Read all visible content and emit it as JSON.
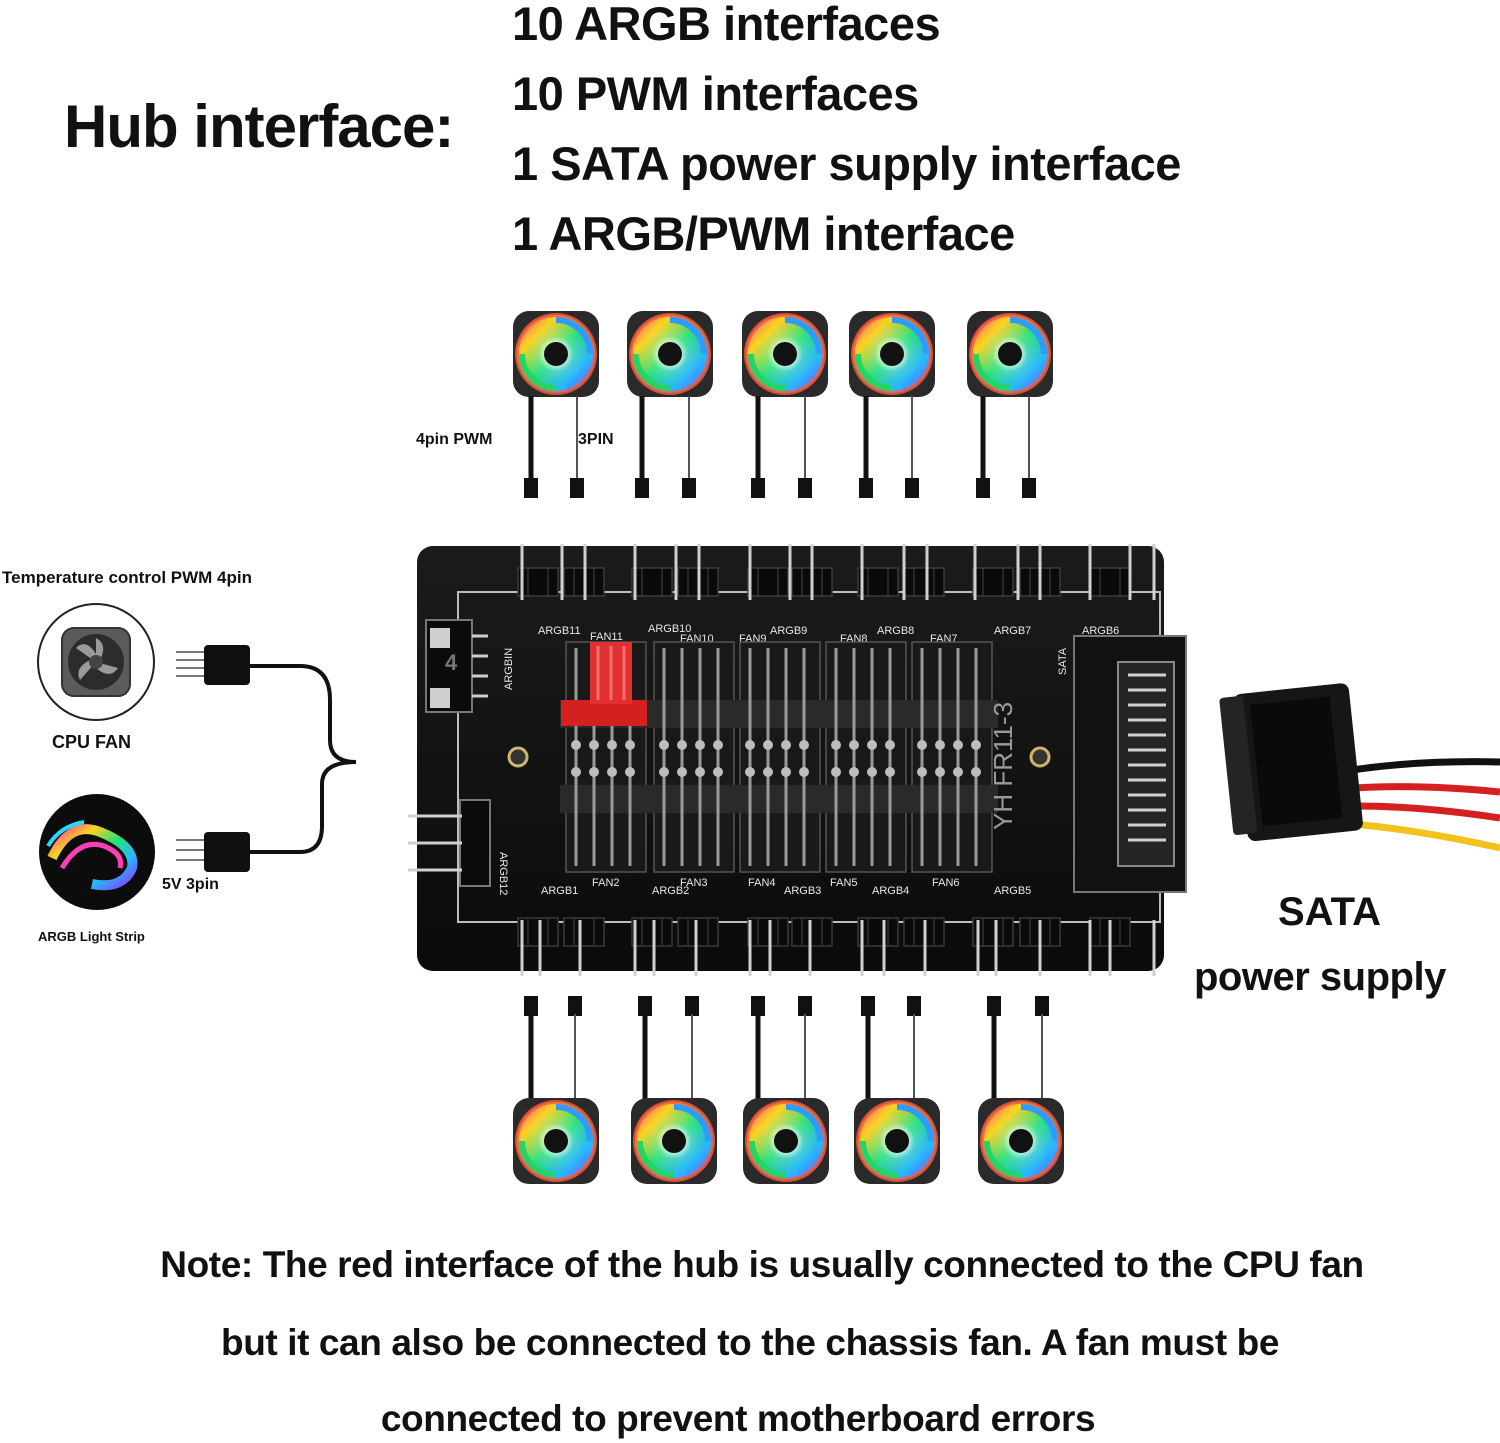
{
  "header": {
    "title": "Hub interface:",
    "specs": [
      "10 ARGB interfaces",
      "10 PWM interfaces",
      "1 SATA power supply interface",
      "1 ARGB/PWM interface"
    ]
  },
  "labels": {
    "pwm_4pin": "4pin PWM",
    "pin3": "3PIN",
    "temp_control": "Temperature control PWM 4pin",
    "cpu_fan": "CPU FAN",
    "v5_3pin": "5V 3pin",
    "argb_strip": "ARGB Light Strip",
    "sata_title": "SATA",
    "sata_sub": "power supply"
  },
  "board": {
    "model": "YH FR11-3",
    "argb_in": "ARGBIN",
    "argb12": "ARGB12",
    "sata": "SATA",
    "top_argb": [
      "ARGB11",
      "ARGB10",
      "ARGB9",
      "ARGB8",
      "ARGB7",
      "ARGB6"
    ],
    "top_fan": [
      "FAN11",
      "FAN10",
      "FAN9",
      "FAN8",
      "FAN7"
    ],
    "bottom_argb": [
      "ARGB1",
      "ARGB2",
      "ARGB3",
      "ARGB4",
      "ARGB5"
    ],
    "bottom_fan": [
      "FAN2",
      "FAN3",
      "FAN4",
      "FAN5",
      "FAN6"
    ],
    "accent_red": "#d42020"
  },
  "note": {
    "lines": [
      "Note: The red interface of the hub is usually connected to the CPU fan",
      "but it can also be connected to the chassis fan. A fan must be",
      "connected to prevent motherboard errors"
    ]
  }
}
